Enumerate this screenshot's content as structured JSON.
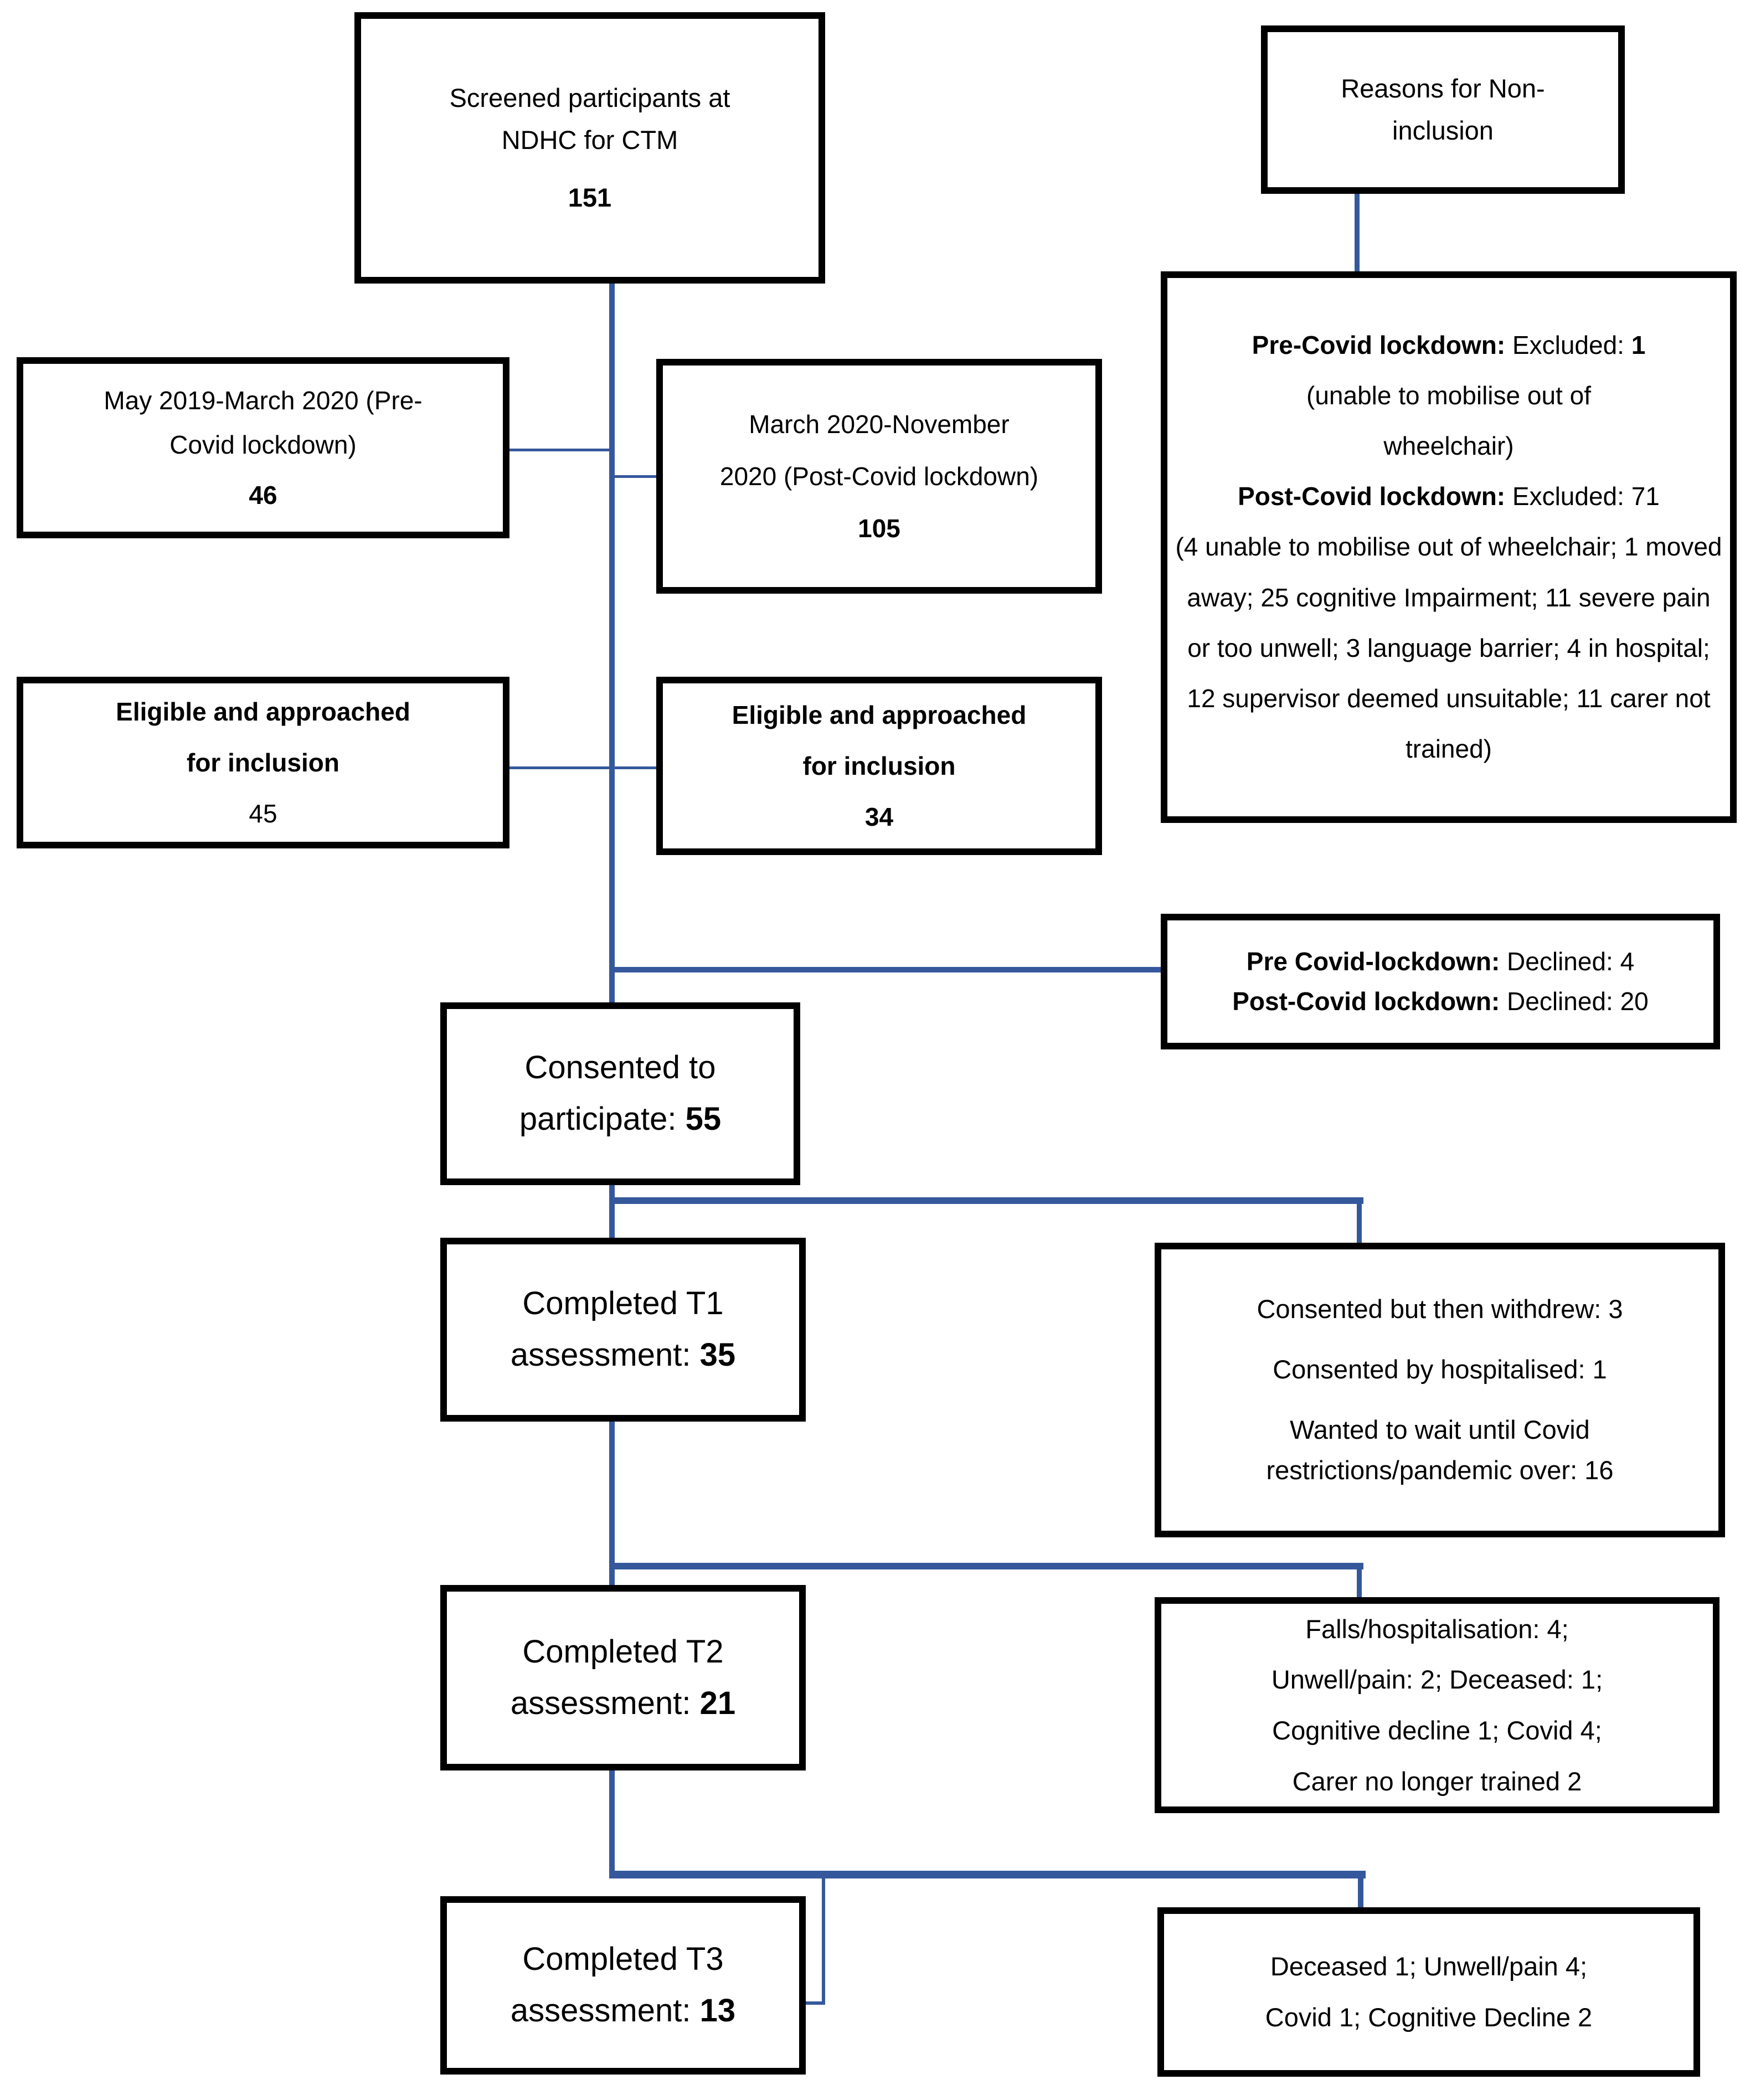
{
  "colors": {
    "connector_blue": "#35589c",
    "box_border": "#000000",
    "text": "#000000",
    "background": "#ffffff"
  },
  "flow": {
    "screened": {
      "title_line1": "Screened  participants at",
      "title_line2": "NDHC for CTM",
      "count": "151"
    },
    "reasons_header": {
      "line1": "Reasons for Non-",
      "line2": "inclusion"
    },
    "non_inclusion": {
      "pre_label": "Pre-Covid lockdown:",
      "pre_rest": " Excluded: ",
      "pre_count": "1",
      "pre_detail_line1": "(unable to mobilise out of",
      "pre_detail_line2": "wheelchair)",
      "post_label": "Post-Covid lockdown:",
      "post_rest": " Excluded: 71",
      "post_detail": "(4 unable to mobilise out of wheelchair; 1 moved away; 25 cognitive Impairment; 11 severe pain or too unwell; 3 language barrier; 4 in hospital; 12 supervisor deemed unsuitable; 11 carer not trained)"
    },
    "pre_covid_period": {
      "line1": "May 2019-March 2020 (Pre-",
      "line2": "Covid lockdown)",
      "count": "46"
    },
    "post_covid_period": {
      "line1": "March 2020-November",
      "line2": "2020 (Post-Covid lockdown)",
      "count": "105"
    },
    "eligible_pre": {
      "line1": "Eligible and approached",
      "line2": "for inclusion",
      "count": "45"
    },
    "eligible_post": {
      "line1": "Eligible and approached",
      "line2": "for inclusion",
      "count": "34"
    },
    "declined": {
      "pre_label": "Pre Covid-lockdown:",
      "pre_value": " Declined: 4",
      "post_label": "Post-Covid lockdown:",
      "post_value": " Declined: 20"
    },
    "consented": {
      "line1": "Consented to",
      "line2": "participate: ",
      "count": "55"
    },
    "t1": {
      "line1": "Completed T1",
      "line2": "assessment: ",
      "count": "35"
    },
    "t1_losses": {
      "line1": "Consented but then withdrew: 3",
      "line2": "Consented by hospitalised: 1",
      "line3": "Wanted to wait until Covid",
      "line4": "restrictions/pandemic over: 16"
    },
    "t2": {
      "line1": "Completed T2",
      "line2": "assessment: ",
      "count": "21"
    },
    "t2_losses": {
      "line1": "Falls/hospitalisation: 4;",
      "line2": "Unwell/pain: 2; Deceased: 1;",
      "line3": "Cognitive decline 1; Covid 4;",
      "line4": "Carer no longer trained 2"
    },
    "t3": {
      "line1": "Completed T3",
      "line2": "assessment: ",
      "count": "13"
    },
    "t3_losses": {
      "line1": "Deceased 1; Unwell/pain 4;",
      "line2": "Covid 1; Cognitive Decline 2"
    }
  }
}
